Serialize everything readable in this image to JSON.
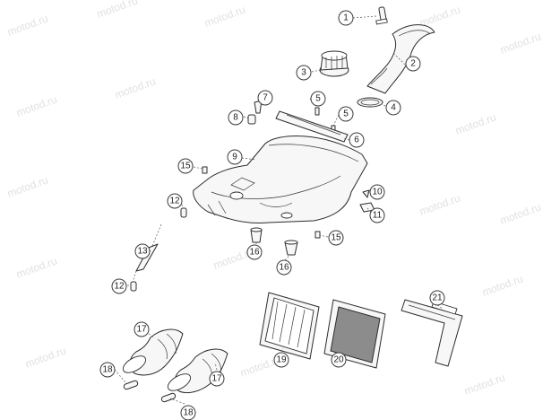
{
  "watermark": "motod.ru",
  "callouts": [
    {
      "label": "1"
    },
    {
      "label": "2"
    },
    {
      "label": "3"
    },
    {
      "label": "4"
    },
    {
      "label": "5"
    },
    {
      "label": "5"
    },
    {
      "label": "6"
    },
    {
      "label": "7"
    },
    {
      "label": "8"
    },
    {
      "label": "9"
    },
    {
      "label": "10"
    },
    {
      "label": "11"
    },
    {
      "label": "12"
    },
    {
      "label": "12"
    },
    {
      "label": "13"
    },
    {
      "label": "15"
    },
    {
      "label": "15"
    },
    {
      "label": "16"
    },
    {
      "label": "16"
    },
    {
      "label": "17"
    },
    {
      "label": "17"
    },
    {
      "label": "18"
    },
    {
      "label": "18"
    },
    {
      "label": "19"
    },
    {
      "label": "20"
    },
    {
      "label": "21"
    }
  ]
}
